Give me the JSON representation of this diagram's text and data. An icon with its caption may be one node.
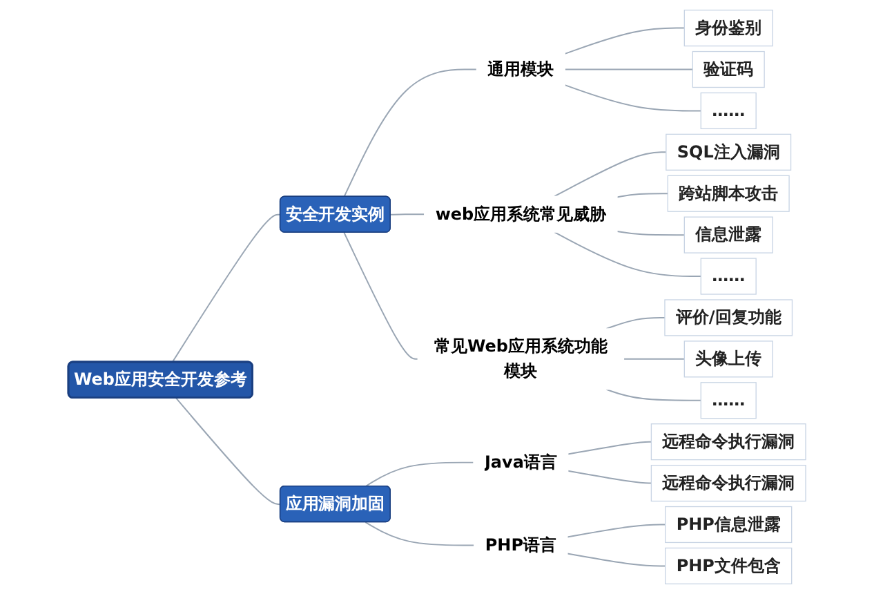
{
  "diagram": {
    "nodes": [
      {
        "text": [
          "Web应用安全开发参考"
        ]
      },
      {
        "text": [
          "安全开发实例"
        ]
      },
      {
        "text": [
          "通用模块"
        ]
      },
      {
        "text": [
          "身份鉴别"
        ]
      },
      {
        "text": [
          "验证码"
        ]
      },
      {
        "text": [
          "……"
        ]
      },
      {
        "text": [
          "web应用系统常见威胁"
        ]
      },
      {
        "text": [
          "SQL注入漏洞"
        ]
      },
      {
        "text": [
          "跨站脚本攻击"
        ]
      },
      {
        "text": [
          "信息泄露"
        ]
      },
      {
        "text": [
          "……"
        ]
      },
      {
        "text": [
          "常见Web应用系统功能模块"
        ]
      },
      {
        "text": [
          "评价/回复功能"
        ]
      },
      {
        "text": [
          "头像上传"
        ]
      },
      {
        "text": [
          "……"
        ]
      },
      {
        "text": [
          "应用漏洞加固"
        ]
      },
      {
        "text": [
          "Java语言"
        ]
      },
      {
        "text": [
          "远程命令执行漏洞"
        ]
      },
      {
        "text": [
          "远程命令执行漏洞"
        ]
      },
      {
        "text": [
          "PHP语言"
        ]
      },
      {
        "text": [
          "PHP信息泄露"
        ]
      },
      {
        "text": [
          "PHP文件包含"
        ]
      }
    ],
    "edges": [
      {
        "from": 0,
        "to": 1,
        "arrow": "none"
      },
      {
        "from": 1,
        "to": 2,
        "arrow": "none"
      },
      {
        "from": 2,
        "to": 3,
        "arrow": "none"
      },
      {
        "from": 2,
        "to": 4,
        "arrow": "none"
      },
      {
        "from": 2,
        "to": 5,
        "arrow": "none"
      },
      {
        "from": 1,
        "to": 6,
        "arrow": "none"
      },
      {
        "from": 6,
        "to": 7,
        "arrow": "none"
      },
      {
        "from": 6,
        "to": 8,
        "arrow": "none"
      },
      {
        "from": 6,
        "to": 9,
        "arrow": "none"
      },
      {
        "from": 6,
        "to": 10,
        "arrow": "none"
      },
      {
        "from": 1,
        "to": 11,
        "arrow": "none"
      },
      {
        "from": 11,
        "to": 12,
        "arrow": "none"
      },
      {
        "from": 11,
        "to": 13,
        "arrow": "none"
      },
      {
        "from": 11,
        "to": 14,
        "arrow": "none"
      },
      {
        "from": 0,
        "to": 15,
        "arrow": "none"
      },
      {
        "from": 15,
        "to": 16,
        "arrow": "none"
      },
      {
        "from": 16,
        "to": 17,
        "arrow": "none"
      },
      {
        "from": 16,
        "to": 18,
        "arrow": "none"
      },
      {
        "from": 15,
        "to": 19,
        "arrow": "none"
      },
      {
        "from": 19,
        "to": 20,
        "arrow": "none"
      },
      {
        "from": 19,
        "to": 21,
        "arrow": "none"
      }
    ]
  }
}
